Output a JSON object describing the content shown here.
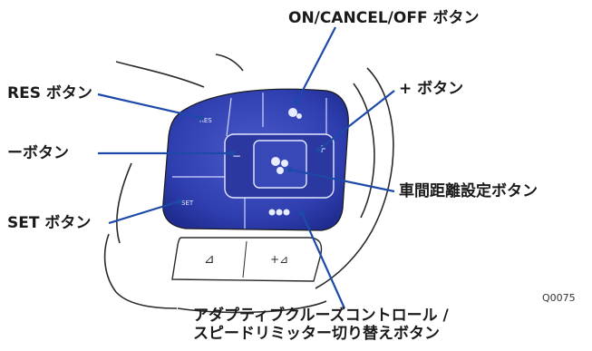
{
  "labels": {
    "on_cancel_off": "ON/CANCEL/OFF ボタン",
    "res": "RES ボタン",
    "plus": "+ ボタン",
    "minus": "ーボタン",
    "distance": "車間距離設定ボタン",
    "set": "SET ボタン",
    "acc_switch_line1": "アダプティブクルーズコントロール /",
    "acc_switch_line2": "スピードリミッター切り替えボタン"
  },
  "button_glyphs": {
    "res": "RES",
    "set": "SET",
    "plus": "+",
    "minus": "−",
    "paddle_left": "⊿",
    "paddle_right": "+⊿"
  },
  "figure_code": "Q0075",
  "colors": {
    "panel_blue": "#2f3fb0",
    "line_blue": "#1d4aa8",
    "outline": "#2a2a2a"
  }
}
